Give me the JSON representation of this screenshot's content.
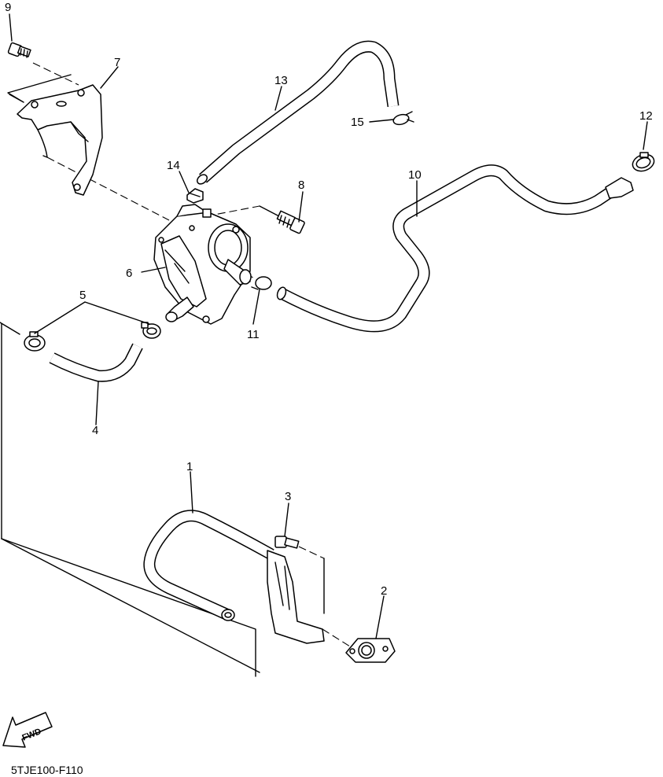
{
  "diagram": {
    "parts": [
      {
        "number": "1"
      },
      {
        "number": "2"
      },
      {
        "number": "3"
      },
      {
        "number": "4"
      },
      {
        "number": "5"
      },
      {
        "number": "6"
      },
      {
        "number": "7"
      },
      {
        "number": "8"
      },
      {
        "number": "9"
      },
      {
        "number": "10"
      },
      {
        "number": "11"
      },
      {
        "number": "12"
      },
      {
        "number": "13"
      },
      {
        "number": "14"
      },
      {
        "number": "15"
      }
    ],
    "fwd_label": "FWD",
    "diagram_code": "5TJE100-F110"
  }
}
